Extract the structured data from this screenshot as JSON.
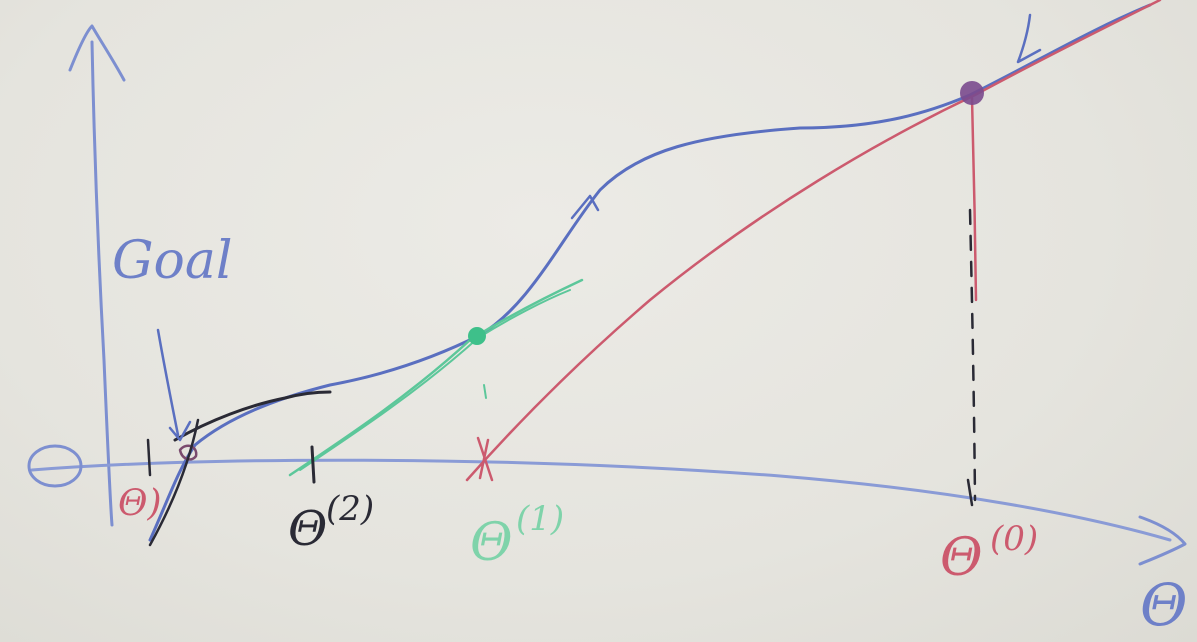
{
  "board": {
    "y_axis_label": "Goal",
    "x_axis_label": "Θ",
    "origin_glyph": "Θ",
    "marks": [
      {
        "id": "theta-star",
        "label": "Θ)"
      },
      {
        "id": "theta-2",
        "label": "Θ",
        "sup": "(2)"
      },
      {
        "id": "theta-1",
        "label": "Θ",
        "sup": "(1)"
      },
      {
        "id": "theta-0",
        "label": "Θ",
        "sup": "(0)"
      }
    ],
    "colors": {
      "board": "#e6e5df",
      "axis": "#7d8fd0",
      "curve": "#5a6fc0",
      "iter0": "#cc5a6e",
      "iter1": "#5cc79a",
      "iter2": "#2a2a35",
      "root": "#7a4a6e"
    }
  }
}
